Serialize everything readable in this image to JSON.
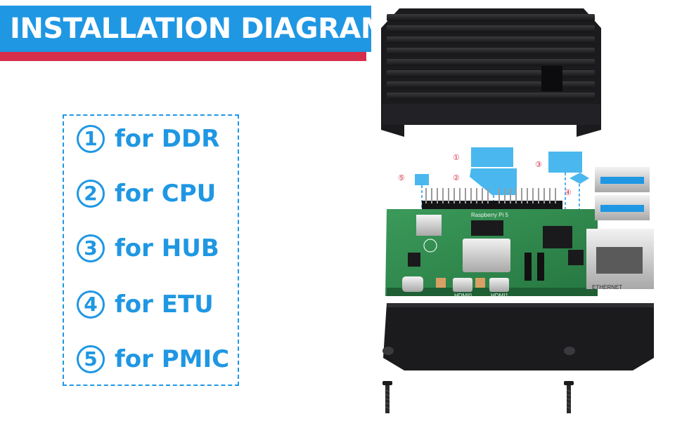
{
  "title": "INSTALLATION DIAGRAM",
  "colors": {
    "accent_blue": "#1f97e3",
    "accent_red": "#d72f4b",
    "pad_blue": "#4ab8ee",
    "case_black": "#1b1b1d",
    "board_green": "#2f8a4d"
  },
  "legend": [
    {
      "number": "1",
      "label": "for DDR"
    },
    {
      "number": "2",
      "label": "for CPU"
    },
    {
      "number": "3",
      "label": "for HUB"
    },
    {
      "number": "4",
      "label": "for ETU"
    },
    {
      "number": "5",
      "label": "for PMIC"
    }
  ],
  "diagram": {
    "callouts": [
      "①",
      "②",
      "③",
      "④",
      "⑤"
    ],
    "board_name": "Raspberry Pi 5",
    "port_label_1": "HDMI0",
    "port_label_2": "HDMI1",
    "jack_label": "ETHERNET"
  }
}
